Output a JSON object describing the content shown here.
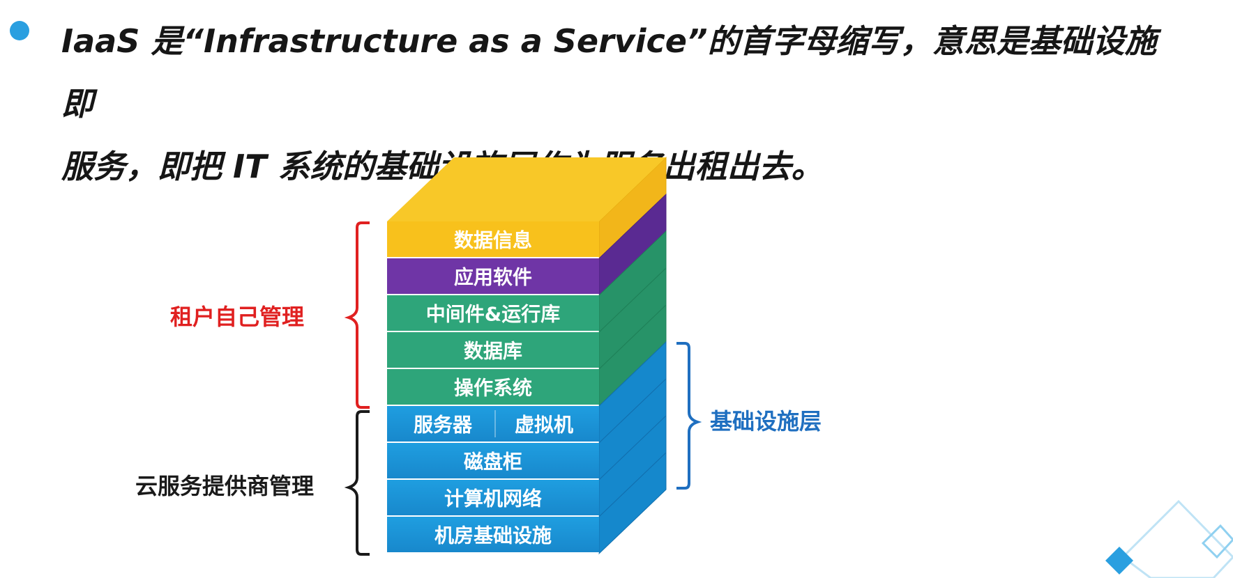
{
  "intro": {
    "line1": "IaaS 是“Infrastructure as a Service”的首字母缩写，意思是基础设施即",
    "line2": "服务，即把 IT 系统的基础设施层作为服务出租出去。"
  },
  "layers": [
    {
      "label": "数据信息",
      "color": "yellow"
    },
    {
      "label": "应用软件",
      "color": "purple"
    },
    {
      "label": "中间件&运行库",
      "color": "green"
    },
    {
      "label": "数据库",
      "color": "green"
    },
    {
      "label": "操作系统",
      "color": "green"
    },
    {
      "label_left": "服务器",
      "label_right": "虚拟机",
      "color": "blue"
    },
    {
      "label": "磁盘柜",
      "color": "blue"
    },
    {
      "label": "计算机网络",
      "color": "blue"
    },
    {
      "label": "机房基础设施",
      "color": "blue"
    }
  ],
  "groups": {
    "tenant": "租户自己管理",
    "provider": "云服务提供商管理",
    "infrastructure": "基础设施层"
  },
  "colors": {
    "yellow": "#f8c11c",
    "purple": "#6f35a6",
    "green": "#2ea57a",
    "blue": "#1f9ee0",
    "tenant_bracket": "#e02020",
    "provider_bracket": "#1a1a1a",
    "infra_bracket": "#1f6fc0",
    "bullet": "#2a9fe0"
  }
}
